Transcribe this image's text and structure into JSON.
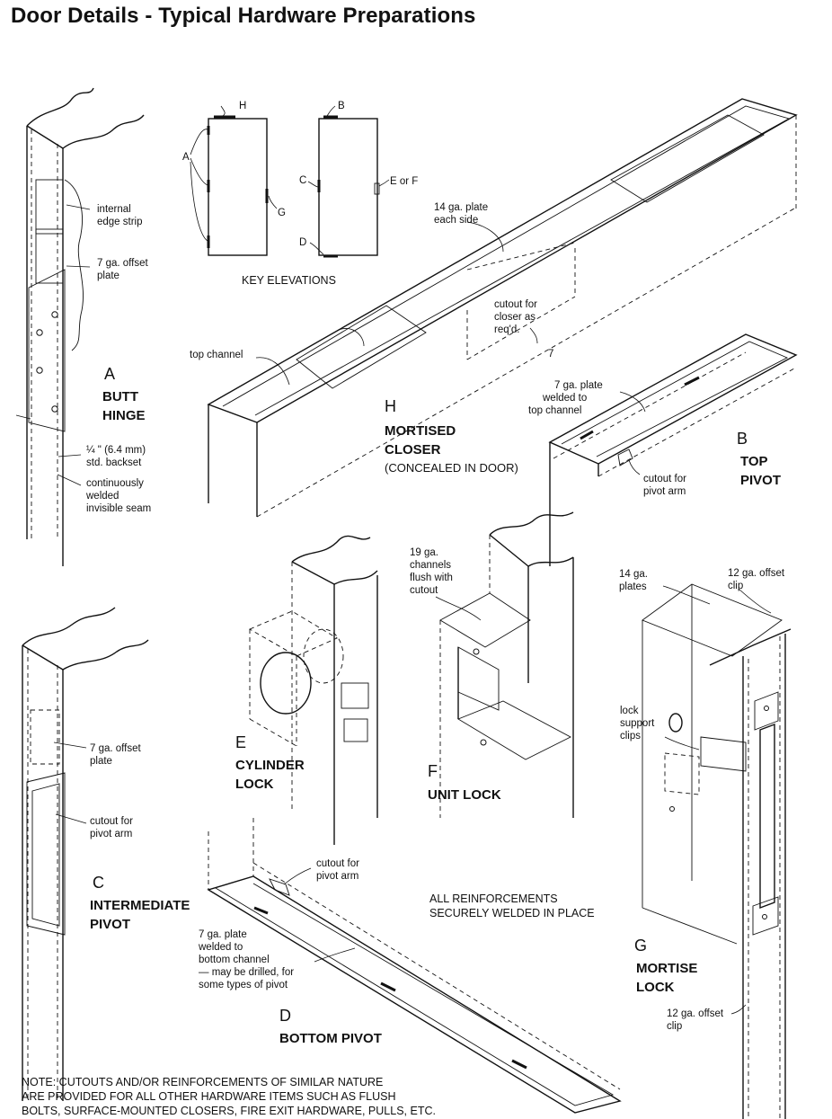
{
  "title": "Door Details - Typical Hardware Preparations",
  "key_elevations": {
    "caption": "KEY ELEVATIONS",
    "labels": [
      "H",
      "A",
      "G",
      "B",
      "C",
      "E or F",
      "D"
    ]
  },
  "labels": {
    "internal_edge_strip": [
      "internal",
      "edge strip"
    ],
    "offset_plate_7ga_a": [
      "7 ga. offset",
      "plate"
    ],
    "backset": [
      "¼ \" (6.4 mm)",
      "std. backset"
    ],
    "seam": [
      "continuously",
      "welded",
      "invisible seam"
    ],
    "plate_14ga_each_side": [
      "14 ga. plate",
      "each side"
    ],
    "cutout_closer": [
      "cutout for",
      "closer as",
      "req'd."
    ],
    "top_channel": "top channel",
    "plate_7ga_top": [
      "7 ga. plate",
      "welded to",
      "top channel"
    ],
    "cutout_pivot_b": [
      "cutout for",
      "pivot arm"
    ],
    "channels_19ga": [
      "19 ga.",
      "channels",
      "flush with",
      "cutout"
    ],
    "plates_14ga": [
      "14 ga.",
      "plates"
    ],
    "clip_12ga_top": [
      "12 ga. offset",
      "clip"
    ],
    "offset_plate_7ga_c": [
      "7 ga. offset",
      "plate"
    ],
    "cutout_pivot_c": [
      "cutout for",
      "pivot arm"
    ],
    "lock_support": [
      "lock",
      "support",
      "clips"
    ],
    "cutout_pivot_d": [
      "cutout for",
      "pivot arm"
    ],
    "all_reinforcements": [
      "ALL REINFORCEMENTS",
      "SECURELY WELDED IN PLACE"
    ],
    "plate_7ga_bottom": [
      "7 ga. plate",
      "welded to",
      "bottom channel",
      "— may be drilled, for",
      "some types of pivot"
    ],
    "clip_12ga_bottom": [
      "12 ga. offset",
      "clip"
    ],
    "seven": "7"
  },
  "captions": {
    "a": {
      "letter": "A",
      "lines": [
        "BUTT",
        "HINGE"
      ]
    },
    "h": {
      "letter": "H",
      "lines": [
        "MORTISED",
        "CLOSER"
      ],
      "sub": "(CONCEALED IN DOOR)"
    },
    "b": {
      "letter": "B",
      "lines": [
        "TOP",
        "PIVOT"
      ]
    },
    "e": {
      "letter": "E",
      "lines": [
        "CYLINDER",
        "LOCK"
      ]
    },
    "f": {
      "letter": "F",
      "lines": [
        "UNIT LOCK"
      ]
    },
    "c": {
      "letter": "C",
      "lines": [
        "INTERMEDIATE",
        "PIVOT"
      ]
    },
    "d": {
      "letter": "D",
      "lines": [
        "BOTTOM PIVOT"
      ]
    },
    "g": {
      "letter": "G",
      "lines": [
        "MORTISE",
        "LOCK"
      ]
    }
  },
  "note": [
    "NOTE: CUTOUTS AND/OR REINFORCEMENTS OF SIMILAR NATURE",
    "ARE PROVIDED FOR ALL OTHER HARDWARE ITEMS SUCH AS FLUSH",
    "BOLTS, SURFACE-MOUNTED CLOSERS, FIRE EXIT HARDWARE, PULLS, ETC."
  ]
}
